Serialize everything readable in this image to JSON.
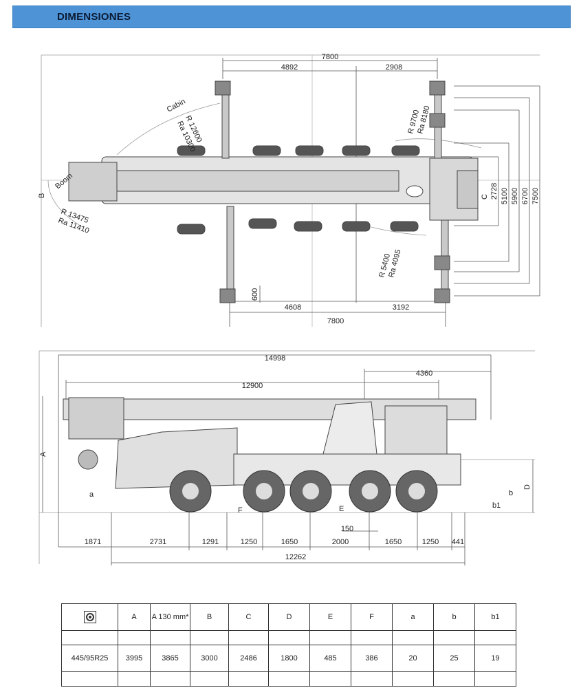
{
  "header": {
    "title": "DIMENSIONES"
  },
  "top_view": {
    "dims": {
      "top_total": "7800",
      "top_left": "4892",
      "top_right": "2908",
      "bottom_total": "7800",
      "bottom_left": "4608",
      "bottom_right": "3192",
      "offset": "600",
      "width_c": "2728",
      "w5100": "5100",
      "w5900": "5900",
      "w6700": "6700",
      "w7500": "7500"
    },
    "labels": {
      "cabin": "Cabin",
      "r12600": "R 12600",
      "ra10300": "Ra 10300",
      "boom": "Boom",
      "b": "B",
      "r13475": "R 13475",
      "ra11410": "Ra 11410",
      "r9700": "R 9700",
      "ra8180": "Ra 8180",
      "r5400": "R 5400",
      "ra4095": "Ra 4095",
      "c": "C"
    }
  },
  "side_view": {
    "dims": {
      "overall": "14998",
      "boom_len": "12900",
      "rear": "4360",
      "d1871": "1871",
      "d2731": "2731",
      "d1291": "1291",
      "d1250a": "1250",
      "d1650a": "1650",
      "d2000": "2000",
      "d1650b": "1650",
      "d1250b": "1250",
      "d441": "441",
      "d150": "150",
      "wheelbase": "12262"
    },
    "labels": {
      "a_upper": "A",
      "a_lower": "a",
      "d": "D",
      "b": "b",
      "b1": "b1",
      "e": "E",
      "f": "F"
    }
  },
  "spec_table": {
    "headers": [
      "A",
      "A 130 mm*",
      "B",
      "C",
      "D",
      "E",
      "F",
      "a",
      "b",
      "b1"
    ],
    "tyre_icon": "tyre-icon",
    "row": {
      "tyre": "445/95R25",
      "values": [
        "3995",
        "3865",
        "3000",
        "2486",
        "1800",
        "485",
        "386",
        "20",
        "25",
        "19"
      ]
    }
  }
}
